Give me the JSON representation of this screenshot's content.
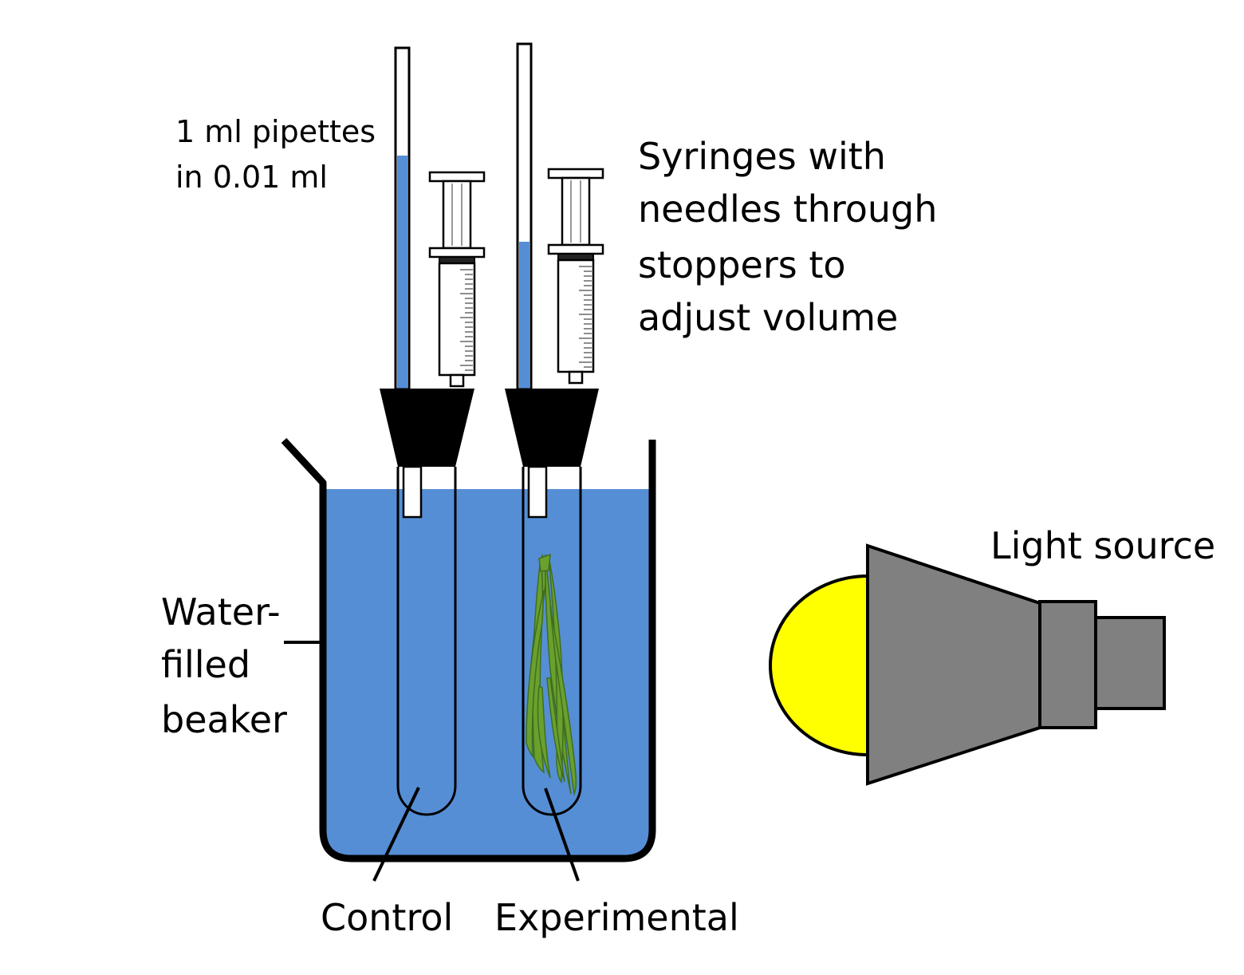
{
  "labels": {
    "pipettes_line1": "1 ml pipettes",
    "pipettes_line2": "in 0.01 ml",
    "syringes_line1": "Syringes with",
    "syringes_line2": "needles through",
    "syringes_line3": "stoppers to",
    "syringes_line4": "adjust volume",
    "light_source": "Light source",
    "beaker_line1": "Water-",
    "beaker_line2": "filled",
    "beaker_line3": "beaker",
    "control": "Control",
    "experimental": "Experimental"
  },
  "colors": {
    "water": "#558ed5",
    "stopper": "#000000",
    "plant": "#6aa02d",
    "plant_edge": "#3f6e1e",
    "bulb": "#ffff00",
    "lamp_body": "#808080",
    "outline": "#000000",
    "syringe_barrel": "#ffffff"
  },
  "icons": {
    "light": "light-bulb-icon",
    "plant": "aquatic-plant-icon"
  }
}
